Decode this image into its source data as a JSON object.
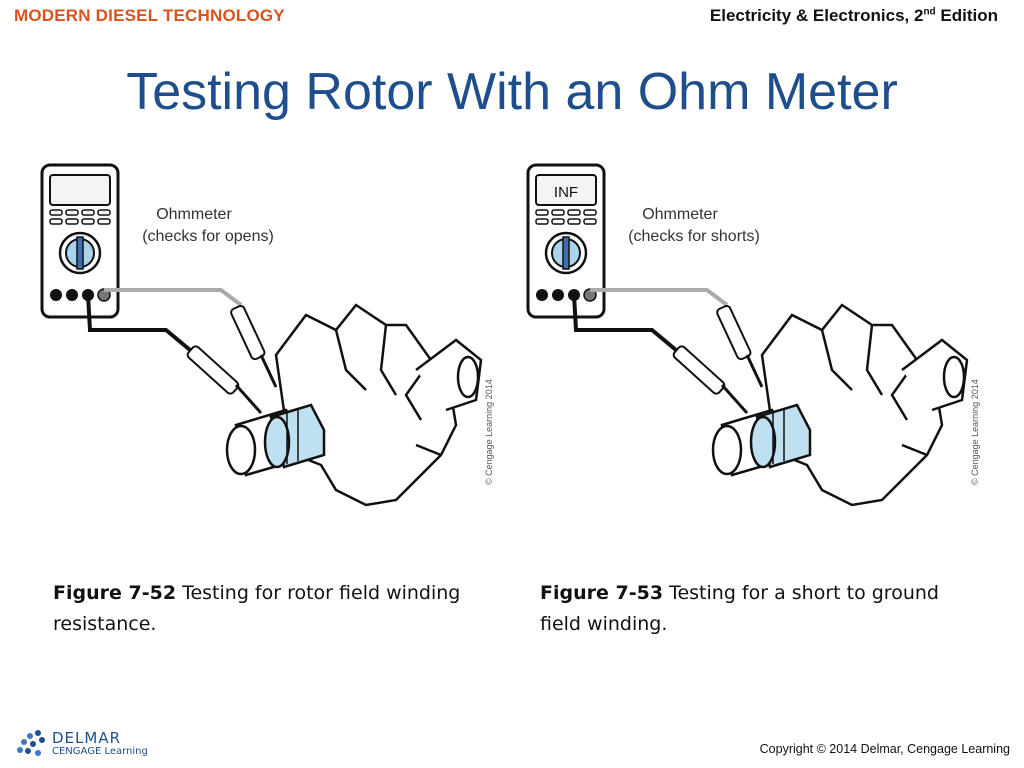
{
  "header": {
    "left_brand": "MODERN DIESEL TECHNOLOGY",
    "right_book": "Electricity & Electronics, 2",
    "right_sup": "nd",
    "right_tail": " Edition"
  },
  "slide": {
    "title": "Testing Rotor With an Ohm Meter"
  },
  "figures": [
    {
      "meter_label_line1": "Ohmmeter",
      "meter_label_line2": "(checks for opens)",
      "display": "",
      "credit": "© Cengage Learning 2014",
      "caption_number": "Figure 7-52",
      "caption_text": " Testing for rotor field winding resistance."
    },
    {
      "meter_label_line1": "Ohmmeter",
      "meter_label_line2": "(checks for shorts)",
      "display": "INF",
      "credit": "© Cengage Learning 2014",
      "caption_number": "Figure 7-53",
      "caption_text": " Testing for a short to ground field winding."
    }
  ],
  "footer": {
    "logo_name": "DELMAR",
    "logo_sub": "CENGAGE Learning",
    "copyright": "Copyright © 2014 Delmar, Cengage Learning"
  },
  "colors": {
    "title": "#1f4e8c",
    "brand": "#d9531e",
    "slip_ring": "#bfe0f0",
    "logo": "#1c4f8f"
  },
  "icons": [
    "delmar-logo-icon",
    "ohmmeter-icon",
    "rotor-icon",
    "test-lead-probe-icon"
  ]
}
